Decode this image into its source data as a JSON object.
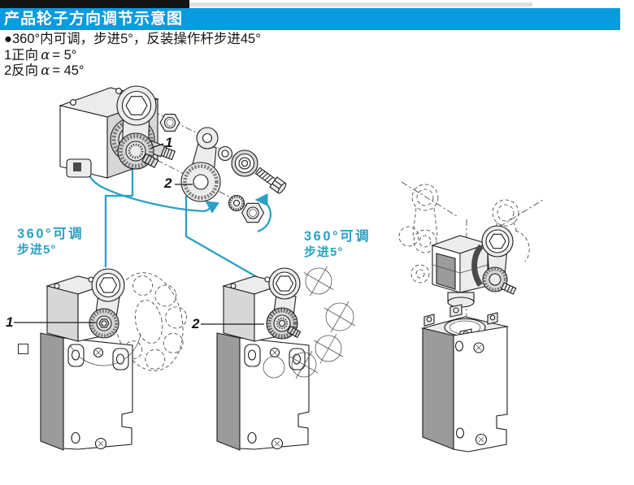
{
  "header": {
    "title": "产品轮子方向调节示意图",
    "bar_color": "#0a9ae0",
    "top_bar_color": "#141414"
  },
  "notes": {
    "bullet": "●360°内可调，步进5°，反装操作杆步进45°",
    "forward": {
      "prefix": "1正向",
      "symbol": "α",
      "value": "= 5°"
    },
    "reverse": {
      "prefix": "2反向",
      "symbol": "α",
      "value": "= 45°"
    }
  },
  "diagram": {
    "adjust_note": {
      "line1": "360°可调",
      "line2": "步进5°"
    },
    "callouts": {
      "part1": "1",
      "part2": "2",
      "switch1": "1",
      "switch2": "2"
    },
    "accent_color": "#2ba1c5",
    "line_color": "#1d1d1d"
  }
}
